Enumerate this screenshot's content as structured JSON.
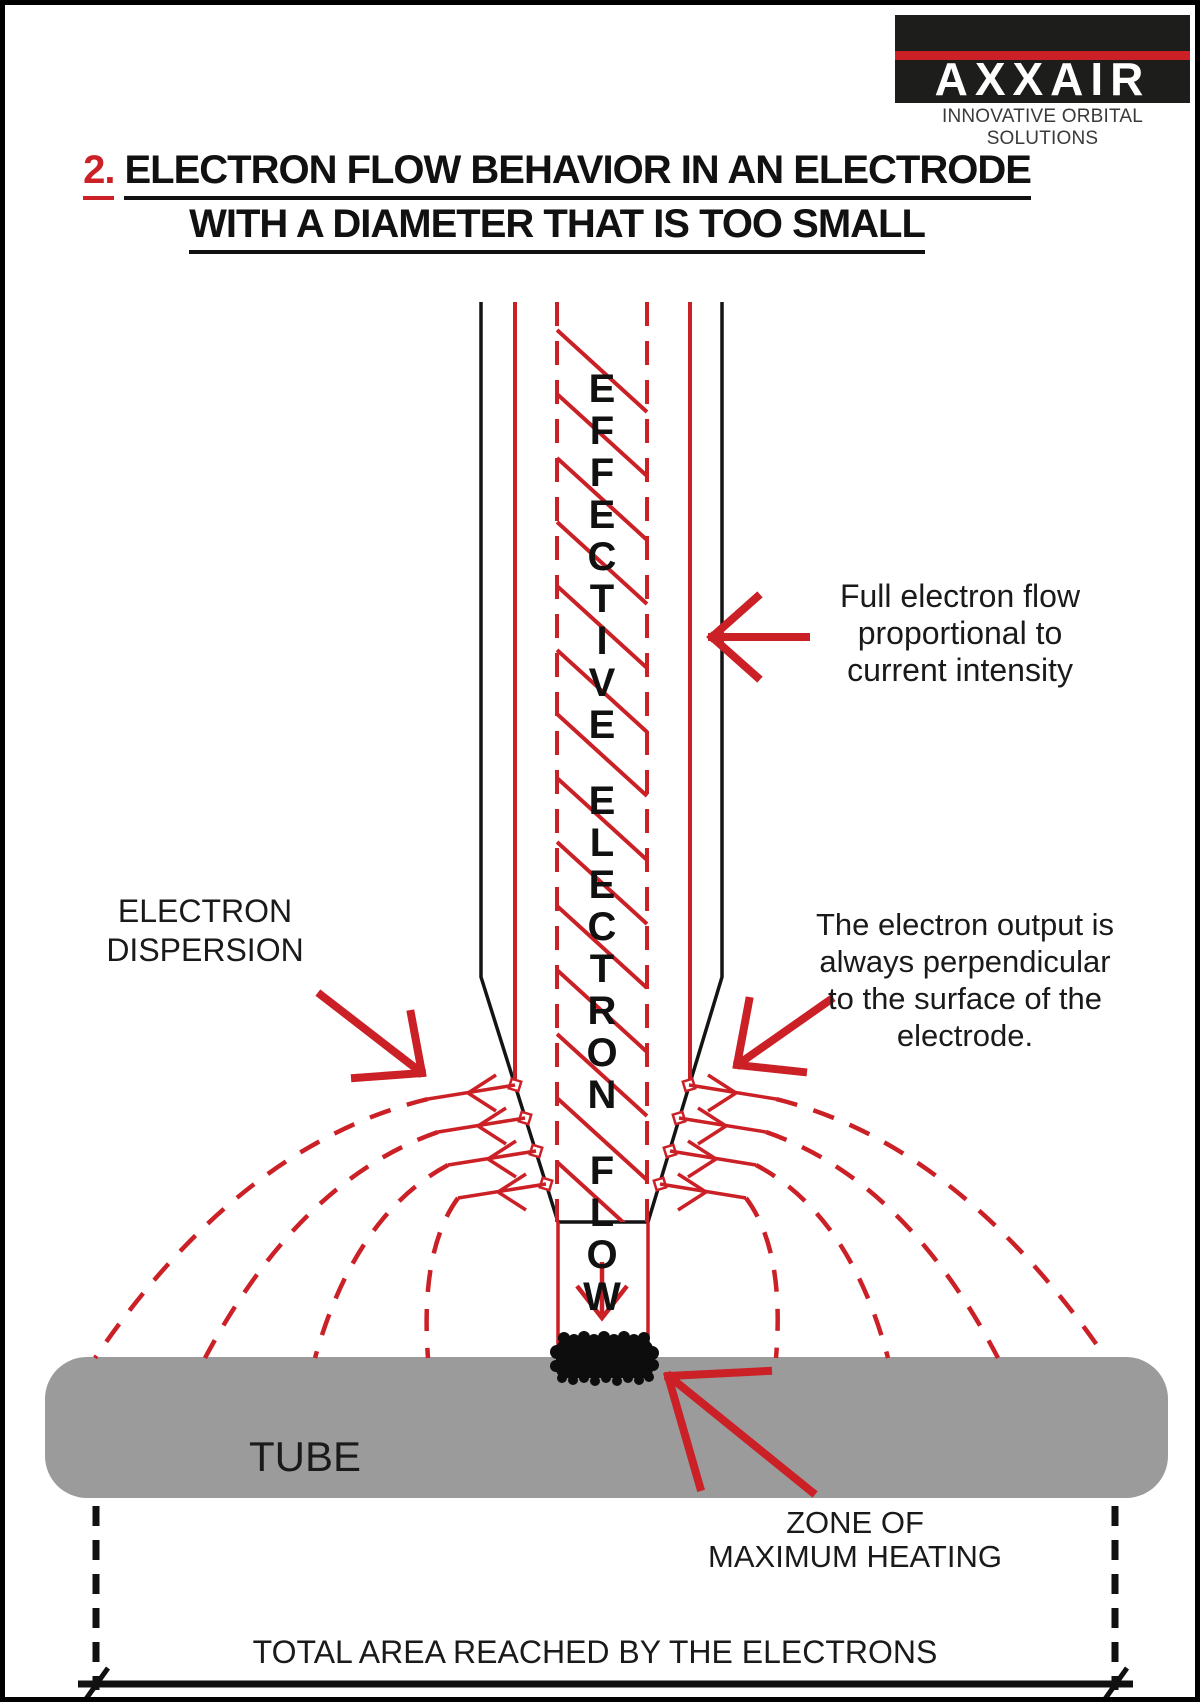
{
  "page": {
    "background": "#ffffff",
    "border_color": "#000000"
  },
  "logo": {
    "brand": "AXXAIR",
    "tagline": "INNOVATIVE ORBITAL SOLUTIONS",
    "box_color": "#1d1d1b",
    "stripe_color": "#cc2027",
    "brand_text_color": "#ffffff"
  },
  "title": {
    "number": "2.",
    "line1": "ELECTRON FLOW BEHAVIOR IN AN ELECTRODE",
    "line2": "WITH A DIAMETER THAT IS TOO SMALL",
    "number_color": "#cc2027"
  },
  "colors": {
    "diagram_red": "#cc2027",
    "diagram_black": "#141414",
    "tube_gray": "#9b9b9b"
  },
  "diagram": {
    "vertical_label": "EFFECTIVE ELECTRON FLOW",
    "labels": {
      "full_flow": [
        "Full electron flow",
        "proportional to",
        "current intensity"
      ],
      "dispersion": [
        "ELECTRON",
        "DISPERSION"
      ],
      "perpendicular": [
        "The electron output is",
        "always perpendicular",
        "to the surface of the",
        "electrode."
      ],
      "tube": "TUBE",
      "zone": [
        "ZONE OF",
        "MAXIMUM HEATING"
      ],
      "total_area": "TOTAL AREA REACHED BY THE ELECTRONS"
    }
  }
}
